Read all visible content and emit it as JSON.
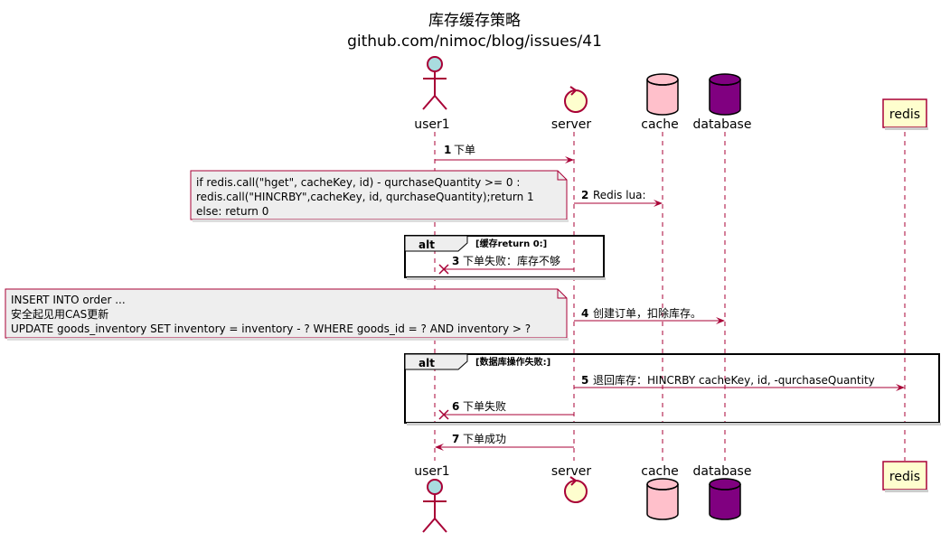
{
  "title": {
    "line1": "库存缓存策略",
    "line2": "github.com/nimoc/blog/issues/41"
  },
  "participants": {
    "user1": {
      "label": "user1",
      "kind": "actor"
    },
    "server": {
      "label": "server",
      "kind": "control"
    },
    "cache": {
      "label": "cache",
      "kind": "database"
    },
    "database": {
      "label": "database",
      "kind": "database"
    },
    "redis": {
      "label": "redis",
      "kind": "participant"
    }
  },
  "messages": [
    {
      "num": "1",
      "text": "下单"
    },
    {
      "num": "2",
      "text": "Redis lua:"
    },
    {
      "num": "3",
      "text": "下单失败：库存不够"
    },
    {
      "num": "4",
      "text": "创建订单，扣除库存。"
    },
    {
      "num": "5",
      "text": "退回库存：HINCRBY cacheKey, id, -qurchaseQuantity"
    },
    {
      "num": "6",
      "text": "下单失败"
    },
    {
      "num": "7",
      "text": "下单成功"
    }
  ],
  "notes": [
    {
      "lines": [
        "if redis.call(\"hget\", cacheKey, id) - qurchaseQuantity >= 0 :",
        " redis.call(\"HINCRBY\",cacheKey, id, qurchaseQuantity);return 1",
        "else: return 0"
      ]
    },
    {
      "lines": [
        "INSERT INTO order ...",
        "安全起见用CAS更新",
        " UPDATE goods_inventory SET inventory = inventory - ? WHERE goods_id = ? AND inventory > ?"
      ]
    }
  ],
  "fragments": [
    {
      "keyword": "alt",
      "condition": "[缓存return 0:]"
    },
    {
      "keyword": "alt",
      "condition": "[数据库操作失败:]"
    }
  ],
  "colors": {
    "arrow": "#A80036",
    "actor_fill": "#A9DCDF",
    "control_fill": "#FEFECE",
    "cache_fill": "#FFC0CB",
    "database_fill": "#800080",
    "redis_fill": "#FEFECE",
    "note_fill": "#EEEEEE",
    "note_border": "#A80036",
    "lifeline": "#A80036"
  }
}
